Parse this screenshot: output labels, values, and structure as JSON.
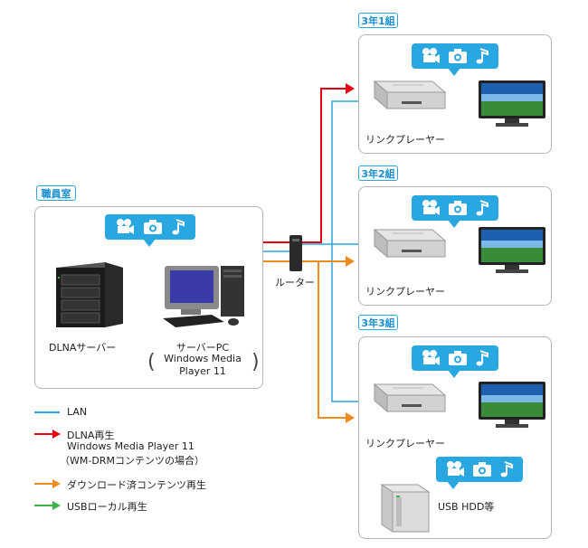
{
  "rooms": [
    {
      "title": "3年1組",
      "device_label": "リンクプレーヤー"
    },
    {
      "title": "3年2組",
      "device_label": "リンクプレーヤー"
    },
    {
      "title": "3年3組",
      "device_label": "リンクプレーヤー",
      "usb_label": "USB HDD等"
    }
  ],
  "staff_room": {
    "title": "職員室",
    "server_label": "DLNAサーバー",
    "pc_label": "サーバーPC",
    "pc_sub1": "Windows Media",
    "pc_sub2": "Player 11"
  },
  "router_label": "ルーター",
  "legend": {
    "lan": "LAN",
    "dlna_line1": "DLNA再生",
    "dlna_line2": "Windows Media Player 11",
    "dlna_line3": "（WM-DRMコンテンツの場合）",
    "download": "ダウンロード済コンテンツ再生",
    "usb": "USBローカル再生"
  },
  "colors": {
    "lan": "#29a7e1",
    "dlna": "#e60012",
    "download": "#f08c1e",
    "usb": "#3cb44b"
  },
  "icons": [
    "video-camera-icon",
    "photo-camera-icon",
    "music-note-icon"
  ]
}
